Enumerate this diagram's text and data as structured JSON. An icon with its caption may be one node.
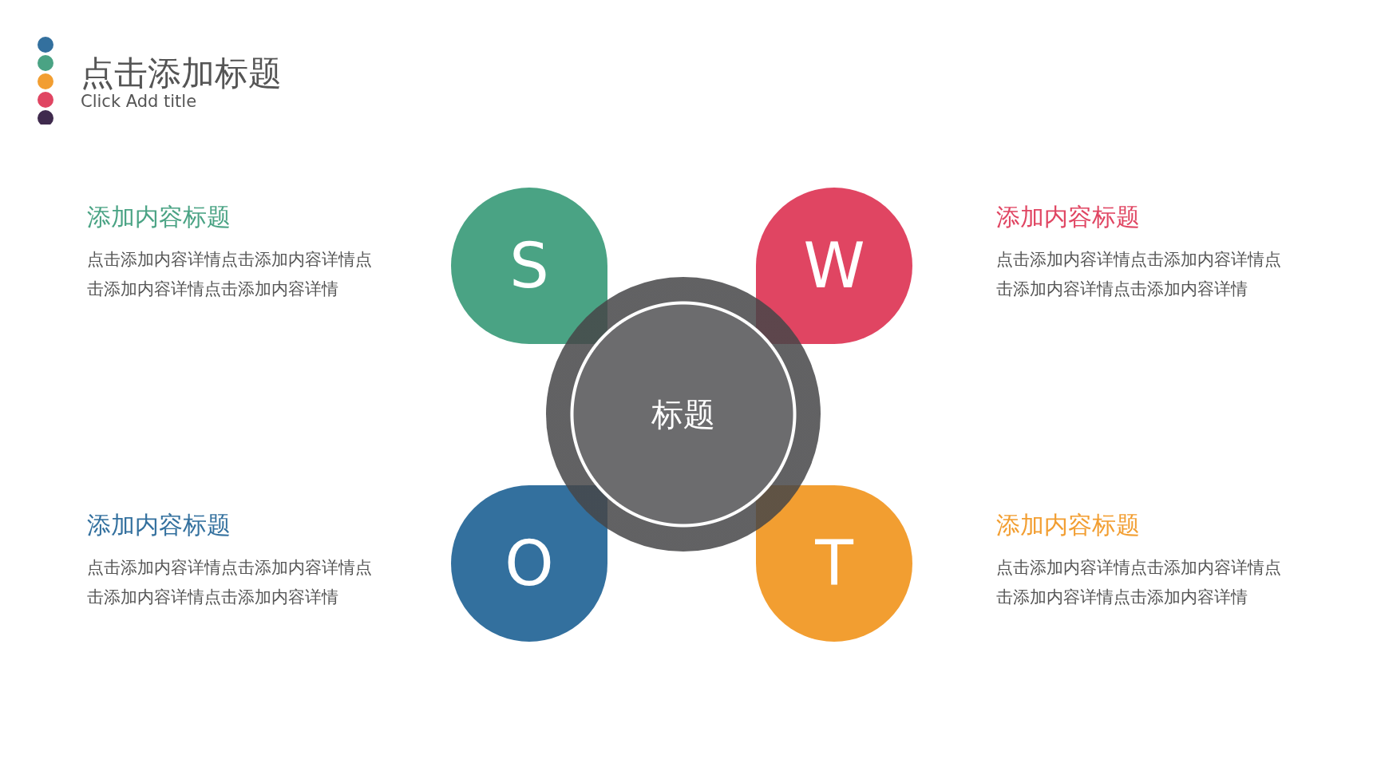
{
  "diagram": {
    "title": "点击添加标题",
    "nodes": [
      {
        "text": [
          "标题"
        ]
      },
      {
        "text": [
          "S"
        ],
        "beside": [
          "添加内容标题",
          "点击添加内容详情点击添加内容详情点击添加内容详情点击添加内容详情"
        ]
      },
      {
        "text": [
          "W"
        ],
        "beside": [
          "添加内容标题",
          "点击添加内容详情点击添加内容详情点击添加内容详情点击添加内容详情"
        ]
      },
      {
        "text": [
          "O"
        ],
        "beside": [
          "添加内容标题",
          "点击添加内容详情点击添加内容详情点击添加内容详情点击添加内容详情"
        ]
      },
      {
        "text": [
          "T"
        ],
        "beside": [
          "添加内容标题",
          "点击添加内容详情点击添加内容详情点击添加内容详情点击添加内容详情"
        ]
      }
    ],
    "edges": [],
    "labels": [
      "Click Add title"
    ]
  }
}
